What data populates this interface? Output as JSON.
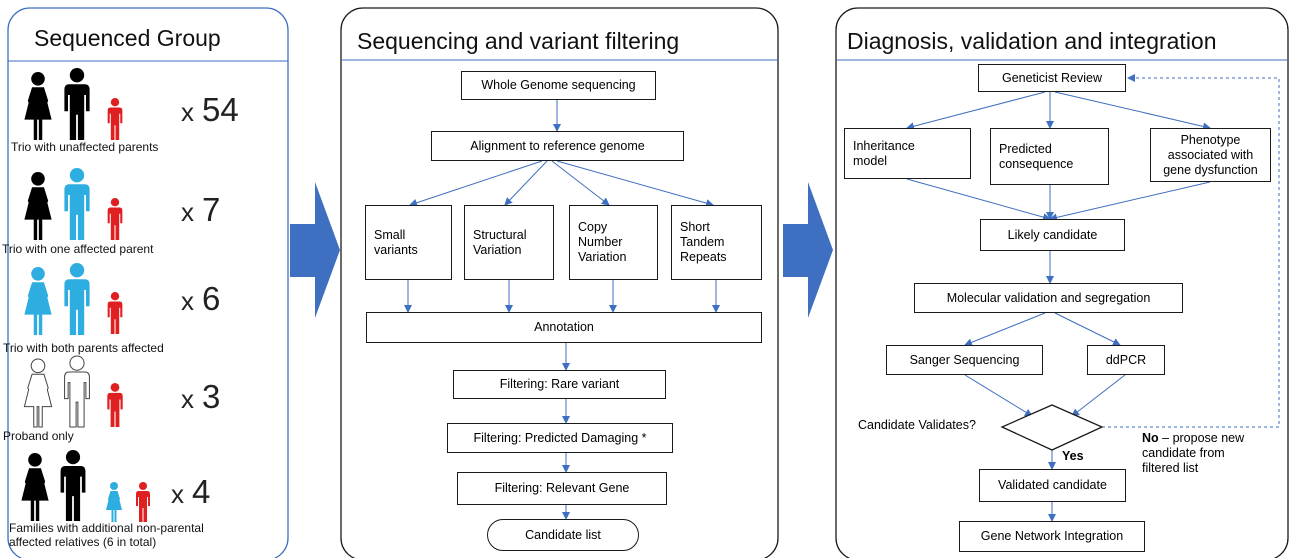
{
  "colors": {
    "accent": "#3f6fc0",
    "arrow": "#3f6fc0",
    "affected": "#e02020",
    "affected_parent": "#2eaee0",
    "unaffected": "#000000",
    "border": "#1a1a1a"
  },
  "panel1": {
    "title": "Sequenced Group",
    "groups": [
      {
        "count_prefix": "x",
        "count": "54",
        "caption": "Trio with unaffected parents"
      },
      {
        "count_prefix": "x",
        "count": "7",
        "caption": "Trio with one affected parent"
      },
      {
        "count_prefix": "x",
        "count": "6",
        "caption": "Trio with both parents affected"
      },
      {
        "count_prefix": "x",
        "count": "3",
        "caption": "Proband only"
      },
      {
        "count_prefix": "x",
        "count": "4",
        "caption": "Families with additional non-parental\naffected relatives (6 in total)"
      }
    ]
  },
  "panel2": {
    "title": "Sequencing and variant filtering",
    "wgs": "Whole Genome sequencing",
    "alignment": "Alignment to reference genome",
    "variant_types": [
      "Small\nvariants",
      "Structural\nVariation",
      "Copy\nNumber\nVariation",
      "Short\nTandem\nRepeats"
    ],
    "annotation": "Annotation",
    "filters": [
      "Filtering: Rare variant",
      "Filtering: Predicted Damaging *",
      "Filtering: Relevant Gene"
    ],
    "candidate_list": "Candidate list"
  },
  "panel3": {
    "title": "Diagnosis, validation and integration",
    "review": "Geneticist Review",
    "criteria": [
      "Inheritance\nmodel",
      "Predicted\nconsequence",
      "Phenotype\nassociated with\ngene dysfunction"
    ],
    "likely": "Likely candidate",
    "molecular": "Molecular validation and segregation",
    "methods": [
      "Sanger Sequencing",
      "ddPCR"
    ],
    "decision": "Candidate Validates?",
    "yes": "Yes",
    "no_bold": "No",
    "no_text": " – propose new\ncandidate from\nfiltered list",
    "validated": "Validated candidate",
    "network": "Gene Network Integration"
  }
}
